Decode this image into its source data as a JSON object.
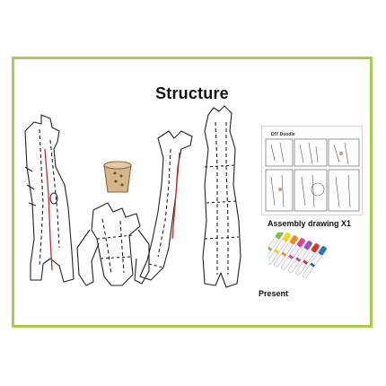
{
  "title": "Structure",
  "manual": {
    "title": "DIY Doodle"
  },
  "captions": {
    "assembly": "Assembly drawing X1",
    "present": "Present"
  },
  "colors": {
    "frame_border": "#a9cd4b",
    "cut_line": "#c62828",
    "outline": "#222222",
    "cork": "#c9a27a"
  },
  "markers": [
    {
      "cap": "#7cc142"
    },
    {
      "cap": "#f2d21b"
    },
    {
      "cap": "#f28a1c"
    },
    {
      "cap": "#e83e8c"
    },
    {
      "cap": "#9b4fc4"
    },
    {
      "cap": "#d9342b"
    },
    {
      "cap": "#2a73c7"
    }
  ]
}
